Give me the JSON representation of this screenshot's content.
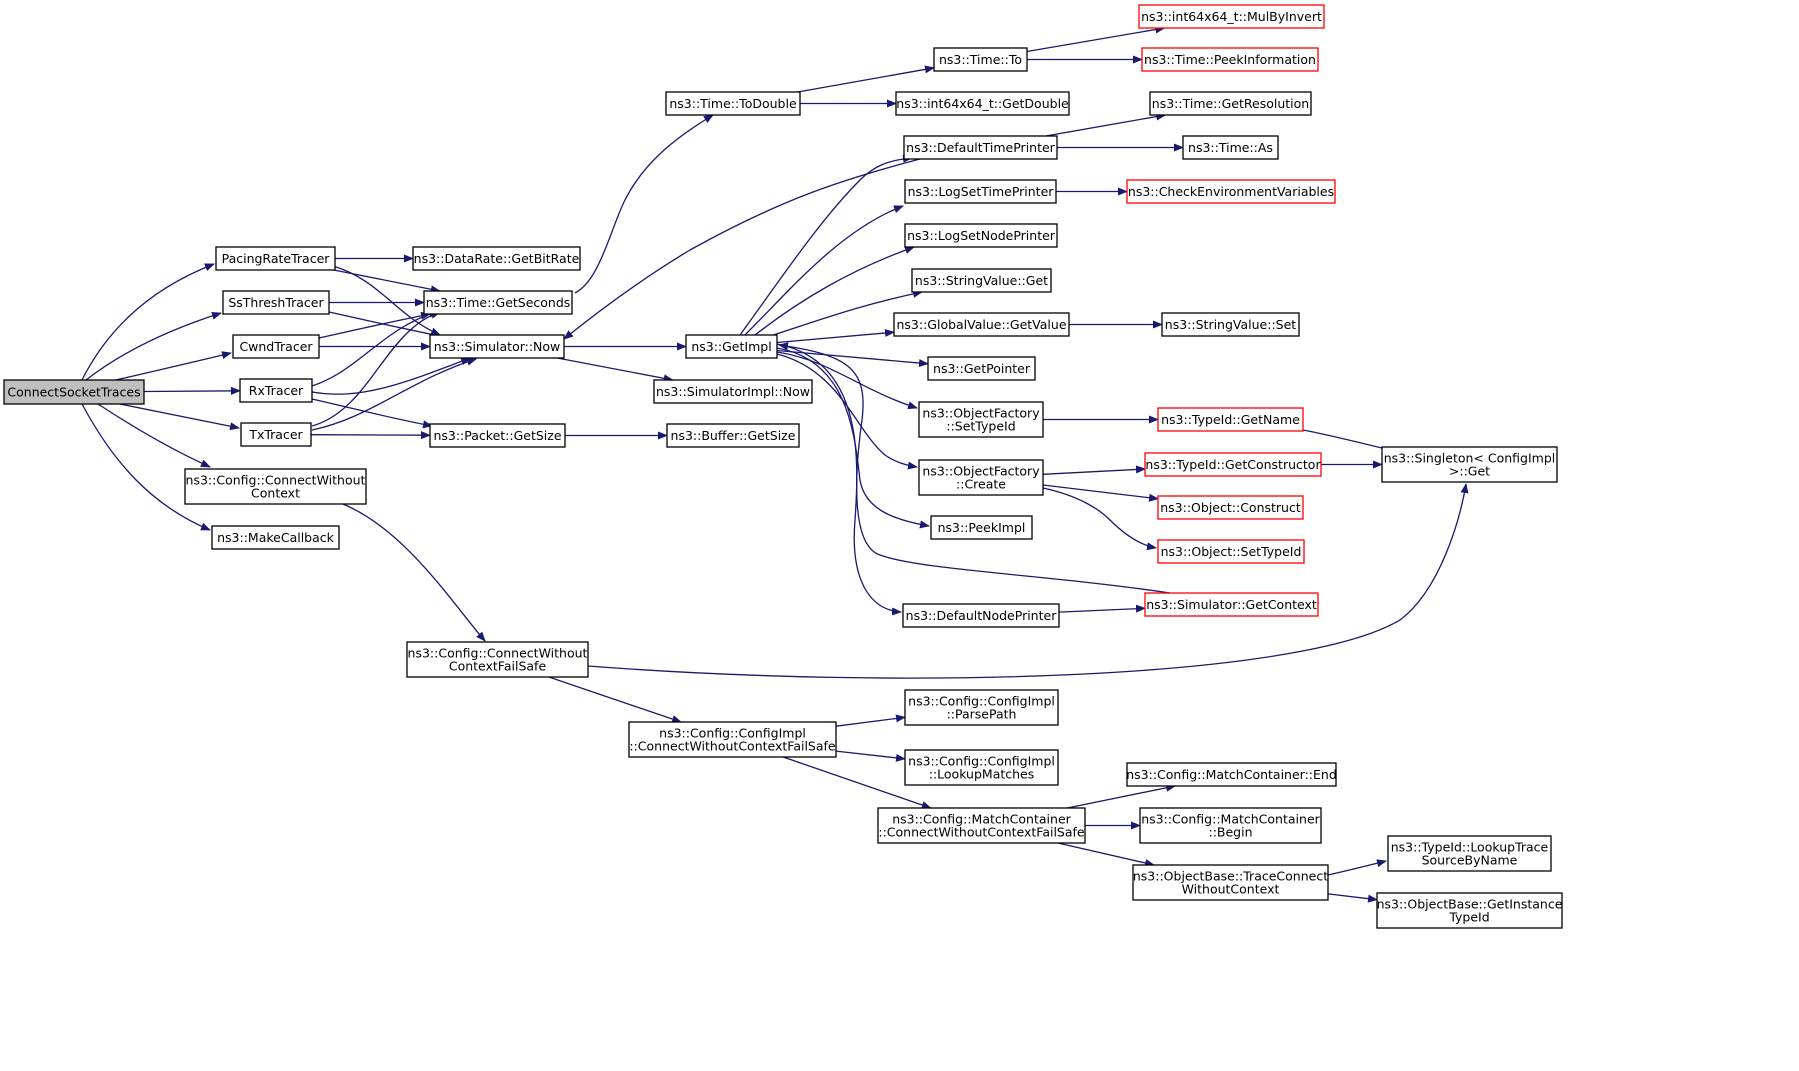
{
  "diagram": {
    "type": "call-graph",
    "colors": {
      "edge": "#191970",
      "node_border": "#000000",
      "root_fill": "#bfbfbf",
      "external_border": "#ff0000",
      "node_fill": "#ffffff"
    },
    "nodes": [
      {
        "id": "root",
        "lines": [
          "ConnectSocketTraces"
        ],
        "kind": "root"
      },
      {
        "id": "pacing",
        "lines": [
          "PacingRateTracer"
        ],
        "kind": "normal"
      },
      {
        "id": "ssthresh",
        "lines": [
          "SsThreshTracer"
        ],
        "kind": "normal"
      },
      {
        "id": "cwnd",
        "lines": [
          "CwndTracer"
        ],
        "kind": "normal"
      },
      {
        "id": "rx",
        "lines": [
          "RxTracer"
        ],
        "kind": "normal"
      },
      {
        "id": "tx",
        "lines": [
          "TxTracer"
        ],
        "kind": "normal"
      },
      {
        "id": "cfgcwc",
        "lines": [
          "ns3::Config::ConnectWithout",
          "Context"
        ],
        "kind": "normal"
      },
      {
        "id": "makecb",
        "lines": [
          "ns3::MakeCallback"
        ],
        "kind": "normal"
      },
      {
        "id": "bitrate",
        "lines": [
          "ns3::DataRate::GetBitRate"
        ],
        "kind": "normal"
      },
      {
        "id": "getsec",
        "lines": [
          "ns3::Time::GetSeconds"
        ],
        "kind": "normal"
      },
      {
        "id": "simnow",
        "lines": [
          "ns3::Simulator::Now"
        ],
        "kind": "normal"
      },
      {
        "id": "pktsize",
        "lines": [
          "ns3::Packet::GetSize"
        ],
        "kind": "normal"
      },
      {
        "id": "todouble",
        "lines": [
          "ns3::Time::ToDouble"
        ],
        "kind": "normal"
      },
      {
        "id": "timeto",
        "lines": [
          "ns3::Time::To"
        ],
        "kind": "normal"
      },
      {
        "id": "mulbyinv",
        "lines": [
          "ns3::int64x64_t::MulByInvert"
        ],
        "kind": "external"
      },
      {
        "id": "peekinfo",
        "lines": [
          "ns3::Time::PeekInformation"
        ],
        "kind": "external"
      },
      {
        "id": "getdouble",
        "lines": [
          "ns3::int64x64_t::GetDouble"
        ],
        "kind": "normal"
      },
      {
        "id": "getimpl",
        "lines": [
          "ns3::GetImpl"
        ],
        "kind": "normal"
      },
      {
        "id": "simimplnow",
        "lines": [
          "ns3::SimulatorImpl::Now"
        ],
        "kind": "normal"
      },
      {
        "id": "bufsize",
        "lines": [
          "ns3::Buffer::GetSize"
        ],
        "kind": "normal"
      },
      {
        "id": "deftp",
        "lines": [
          "ns3::DefaultTimePrinter"
        ],
        "kind": "normal"
      },
      {
        "id": "getres",
        "lines": [
          "ns3::Time::GetResolution"
        ],
        "kind": "normal"
      },
      {
        "id": "timeas",
        "lines": [
          "ns3::Time::As"
        ],
        "kind": "normal"
      },
      {
        "id": "logstp",
        "lines": [
          "ns3::LogSetTimePrinter"
        ],
        "kind": "normal"
      },
      {
        "id": "checkenv",
        "lines": [
          "ns3::CheckEnvironmentVariables"
        ],
        "kind": "external"
      },
      {
        "id": "logsnp",
        "lines": [
          "ns3::LogSetNodePrinter"
        ],
        "kind": "normal"
      },
      {
        "id": "strget",
        "lines": [
          "ns3::StringValue::Get"
        ],
        "kind": "normal"
      },
      {
        "id": "gvget",
        "lines": [
          "ns3::GlobalValue::GetValue"
        ],
        "kind": "normal"
      },
      {
        "id": "strset",
        "lines": [
          "ns3::StringValue::Set"
        ],
        "kind": "normal"
      },
      {
        "id": "getptr",
        "lines": [
          "ns3::GetPointer"
        ],
        "kind": "normal"
      },
      {
        "id": "ofsettid",
        "lines": [
          "ns3::ObjectFactory",
          "::SetTypeId"
        ],
        "kind": "normal"
      },
      {
        "id": "tidname",
        "lines": [
          "ns3::TypeId::GetName"
        ],
        "kind": "external"
      },
      {
        "id": "singleton",
        "lines": [
          "ns3::Singleton< ConfigImpl",
          " >::Get"
        ],
        "kind": "normal"
      },
      {
        "id": "ofcreate",
        "lines": [
          "ns3::ObjectFactory",
          "::Create"
        ],
        "kind": "normal"
      },
      {
        "id": "tidctor",
        "lines": [
          "ns3::TypeId::GetConstructor"
        ],
        "kind": "external"
      },
      {
        "id": "objctor",
        "lines": [
          "ns3::Object::Construct"
        ],
        "kind": "external"
      },
      {
        "id": "objsettid",
        "lines": [
          "ns3::Object::SetTypeId"
        ],
        "kind": "external"
      },
      {
        "id": "peekimpl",
        "lines": [
          "ns3::PeekImpl"
        ],
        "kind": "normal"
      },
      {
        "id": "defnp",
        "lines": [
          "ns3::DefaultNodePrinter"
        ],
        "kind": "normal"
      },
      {
        "id": "simctx",
        "lines": [
          "ns3::Simulator::GetContext"
        ],
        "kind": "external"
      },
      {
        "id": "cfgcwcfs",
        "lines": [
          "ns3::Config::ConnectWithout",
          "ContextFailSafe"
        ],
        "kind": "normal"
      },
      {
        "id": "cimplcwcfs",
        "lines": [
          "ns3::Config::ConfigImpl",
          "::ConnectWithoutContextFailSafe"
        ],
        "kind": "normal"
      },
      {
        "id": "parsepath",
        "lines": [
          "ns3::Config::ConfigImpl",
          "::ParsePath"
        ],
        "kind": "normal"
      },
      {
        "id": "lookupm",
        "lines": [
          "ns3::Config::ConfigImpl",
          "::LookupMatches"
        ],
        "kind": "normal"
      },
      {
        "id": "mccwcfs",
        "lines": [
          "ns3::Config::MatchContainer",
          "::ConnectWithoutContextFailSafe"
        ],
        "kind": "normal"
      },
      {
        "id": "mcend",
        "lines": [
          "ns3::Config::MatchContainer::End"
        ],
        "kind": "normal"
      },
      {
        "id": "mcbegin",
        "lines": [
          "ns3::Config::MatchContainer",
          "::Begin"
        ],
        "kind": "normal"
      },
      {
        "id": "obtcwc",
        "lines": [
          "ns3::ObjectBase::TraceConnect",
          "WithoutContext"
        ],
        "kind": "normal"
      },
      {
        "id": "tidlookup",
        "lines": [
          "ns3::TypeId::LookupTrace",
          "SourceByName"
        ],
        "kind": "normal"
      },
      {
        "id": "obgettid",
        "lines": [
          "ns3::ObjectBase::GetInstance",
          "TypeId"
        ],
        "kind": "normal"
      }
    ],
    "edges": [
      [
        "root",
        "pacing"
      ],
      [
        "root",
        "ssthresh"
      ],
      [
        "root",
        "cwnd"
      ],
      [
        "root",
        "rx"
      ],
      [
        "root",
        "tx"
      ],
      [
        "root",
        "cfgcwc"
      ],
      [
        "root",
        "makecb"
      ],
      [
        "pacing",
        "bitrate"
      ],
      [
        "pacing",
        "getsec"
      ],
      [
        "pacing",
        "simnow"
      ],
      [
        "ssthresh",
        "getsec"
      ],
      [
        "ssthresh",
        "simnow"
      ],
      [
        "cwnd",
        "getsec"
      ],
      [
        "cwnd",
        "simnow"
      ],
      [
        "rx",
        "getsec"
      ],
      [
        "rx",
        "simnow"
      ],
      [
        "rx",
        "pktsize"
      ],
      [
        "tx",
        "getsec"
      ],
      [
        "tx",
        "simnow"
      ],
      [
        "tx",
        "pktsize"
      ],
      [
        "cfgcwc",
        "cfgcwcfs"
      ],
      [
        "getsec",
        "todouble"
      ],
      [
        "todouble",
        "timeto"
      ],
      [
        "todouble",
        "getdouble"
      ],
      [
        "timeto",
        "mulbyinv"
      ],
      [
        "timeto",
        "peekinfo"
      ],
      [
        "simnow",
        "getimpl"
      ],
      [
        "simnow",
        "simimplnow"
      ],
      [
        "pktsize",
        "bufsize"
      ],
      [
        "deftp",
        "simnow"
      ],
      [
        "deftp",
        "getres"
      ],
      [
        "deftp",
        "timeas"
      ],
      [
        "getimpl",
        "deftp"
      ],
      [
        "getimpl",
        "logstp"
      ],
      [
        "getimpl",
        "logsnp"
      ],
      [
        "getimpl",
        "strget"
      ],
      [
        "getimpl",
        "gvget"
      ],
      [
        "getimpl",
        "getptr"
      ],
      [
        "getimpl",
        "ofsettid"
      ],
      [
        "getimpl",
        "ofcreate"
      ],
      [
        "getimpl",
        "peekimpl"
      ],
      [
        "getimpl",
        "defnp"
      ],
      [
        "logstp",
        "checkenv"
      ],
      [
        "gvget",
        "strset"
      ],
      [
        "ofsettid",
        "tidname"
      ],
      [
        "tidname",
        "singleton"
      ],
      [
        "ofcreate",
        "tidctor"
      ],
      [
        "ofcreate",
        "objctor"
      ],
      [
        "ofcreate",
        "objsettid"
      ],
      [
        "tidctor",
        "singleton"
      ],
      [
        "defnp",
        "simctx"
      ],
      [
        "simctx",
        "getimpl"
      ],
      [
        "cfgcwcfs",
        "singleton"
      ],
      [
        "cfgcwcfs",
        "cimplcwcfs"
      ],
      [
        "cimplcwcfs",
        "parsepath"
      ],
      [
        "cimplcwcfs",
        "lookupm"
      ],
      [
        "cimplcwcfs",
        "mccwcfs"
      ],
      [
        "mccwcfs",
        "mcend"
      ],
      [
        "mccwcfs",
        "mcbegin"
      ],
      [
        "mccwcfs",
        "obtcwc"
      ],
      [
        "obtcwc",
        "tidlookup"
      ],
      [
        "obtcwc",
        "obgettid"
      ]
    ]
  }
}
